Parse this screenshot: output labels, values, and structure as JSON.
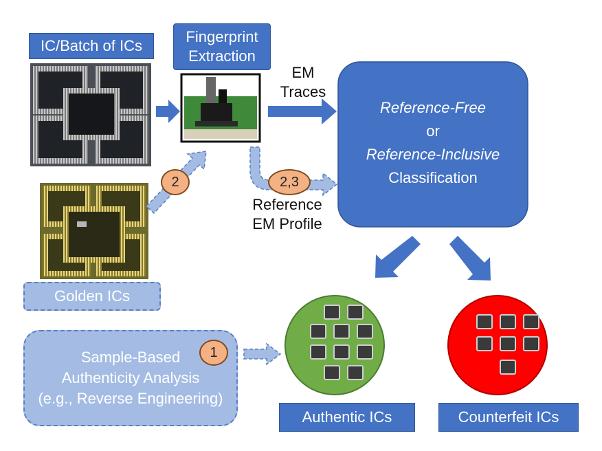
{
  "labels": {
    "ic_batch": "IC/Batch of ICs",
    "fingerprint": [
      "Fingerprint",
      "Extraction"
    ],
    "em_traces": [
      "EM",
      "Traces"
    ],
    "classification": {
      "line1": "Reference-Free",
      "line2": "or",
      "line3": "Reference-Inclusive",
      "line4": "Classification"
    },
    "reference_profile": [
      "Reference",
      "EM Profile"
    ],
    "golden": "Golden ICs",
    "sample_analysis": [
      "Sample-Based",
      "Authenticity Analysis",
      "(e.g., Reverse Engineering)"
    ],
    "authentic": "Authentic ICs",
    "counterfeit": "Counterfeit ICs"
  },
  "badges": {
    "golden_step": "2",
    "reference_step": "2,3",
    "sample_step": "1"
  },
  "colors": {
    "primary_blue": "#4472c4",
    "light_blue": "#a4bce3",
    "badge_orange": "#f4b183",
    "authentic_green": "#70ad47",
    "counterfeit_red": "#ff0000"
  }
}
